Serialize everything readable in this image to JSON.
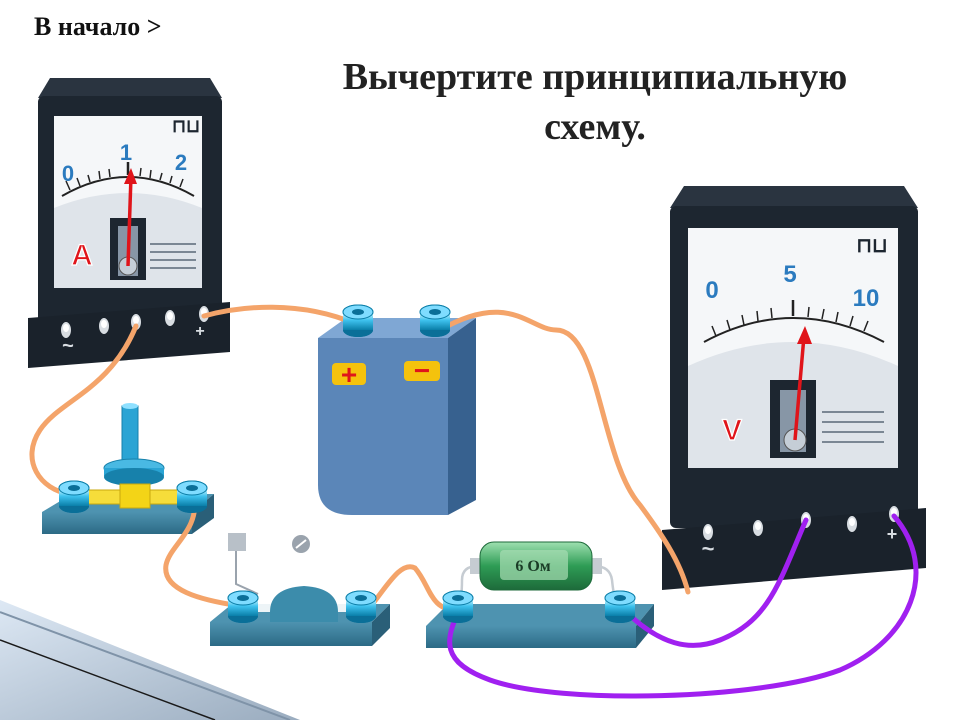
{
  "nav": {
    "back_label": "В начало >"
  },
  "title": {
    "line1": "Вычертите принципиальную",
    "line2": "схему."
  },
  "ammeter": {
    "scale": [
      "0",
      "1",
      "2"
    ],
    "symbol": "A",
    "type_mark": "⊓⊔"
  },
  "voltmeter": {
    "scale": [
      "0",
      "5",
      "10"
    ],
    "symbol": "V",
    "type_mark": "⊓⊔"
  },
  "battery": {
    "plus": "+",
    "minus": "−"
  },
  "resistor": {
    "label": "6 Ом"
  },
  "terminals": {
    "ac": "~",
    "plus": "+"
  },
  "colors": {
    "wire_main": "#f4a46a",
    "wire_voltmeter": "#a020f0",
    "meter_body": "#1d2630",
    "terminal_blue": "#17b0e0",
    "needle": "#e0141a",
    "battery_body": "#5b86b8",
    "base_teal": "#3f7f9a"
  }
}
